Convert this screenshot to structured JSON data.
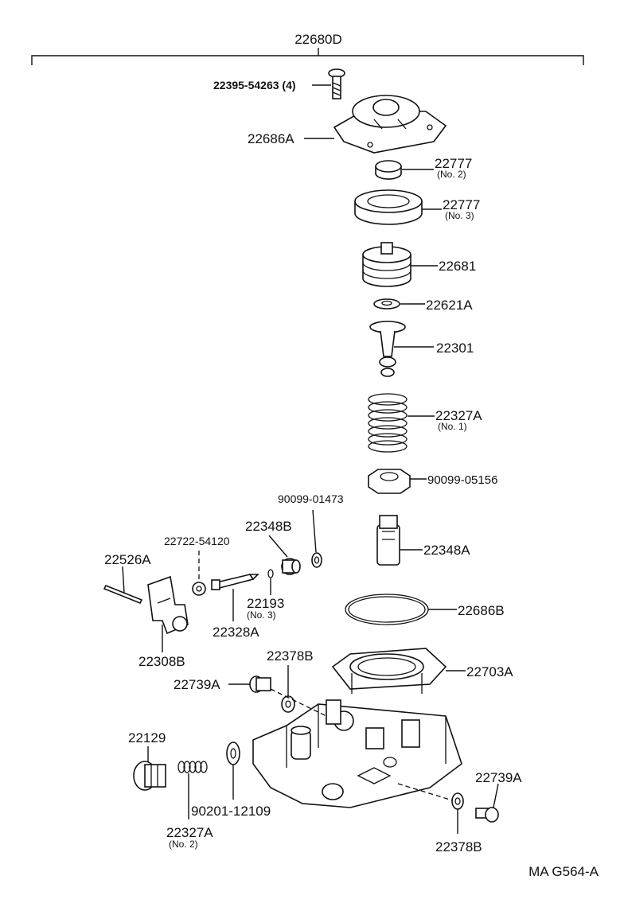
{
  "assembly": {
    "label": "22680D"
  },
  "labels": {
    "p22395": "22395-54263 (4)",
    "p22686A": "22686A",
    "p22777_2": "22777",
    "p22777_2_sub": "(No. 2)",
    "p22777_3": "22777",
    "p22777_3_sub": "(No. 3)",
    "p22681": "22681",
    "p22621A": "22621A",
    "p22301": "22301",
    "p22327A_1": "22327A",
    "p22327A_1_sub": "(No. 1)",
    "p90099_05156": "90099-05156",
    "p90099_01473": "90099-01473",
    "p22348B": "22348B",
    "p22722": "22722-54120",
    "p22526A": "22526A",
    "p22348A": "22348A",
    "p22193": "22193",
    "p22193_sub": "(No. 3)",
    "p22328A": "22328A",
    "p22686B": "22686B",
    "p22308B": "22308B",
    "p22378B_top": "22378B",
    "p22703A": "22703A",
    "p22739A_left": "22739A",
    "p22129": "22129",
    "p22739A_right": "22739A",
    "p90201": "90201-12109",
    "p22327A_2": "22327A",
    "p22327A_2_sub": "(No. 2)",
    "p22378B_bottom": "22378B"
  },
  "footer": {
    "code": "MA G564-A"
  }
}
